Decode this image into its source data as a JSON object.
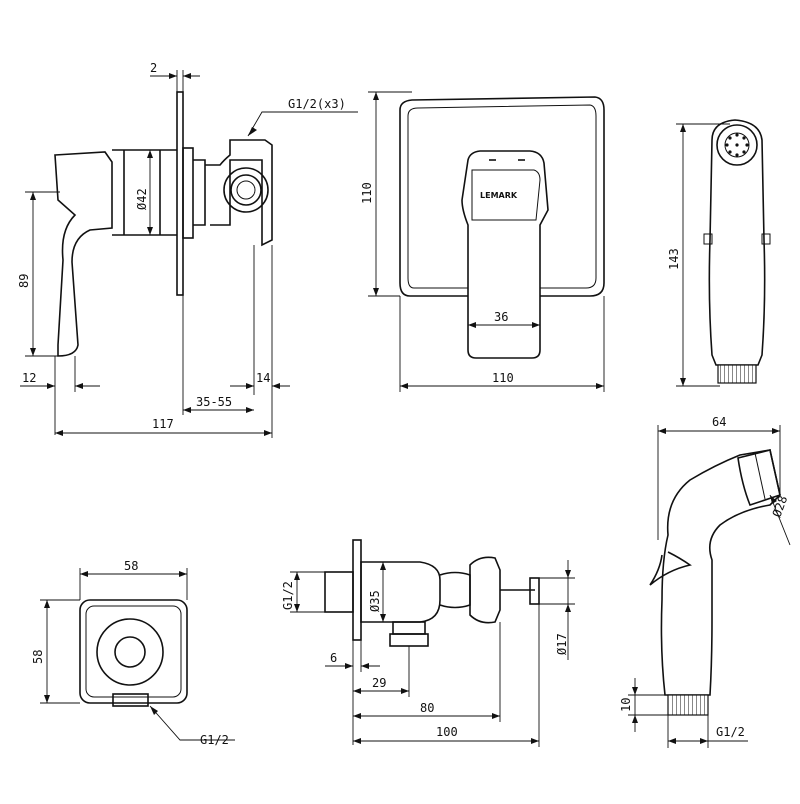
{
  "dimensions": {
    "side_thickness": "2",
    "side_thread": "G1/2(x3)",
    "side_diameter": "Ø42",
    "side_height": "89",
    "side_offset": "12",
    "side_wall_depth": "35-55",
    "side_back": "14",
    "side_total_length": "117",
    "front_height": "110",
    "front_width": "110",
    "front_handle_width": "36",
    "spray_length": "143",
    "holder_width": "58",
    "holder_height": "58",
    "holder_thread": "G1/2",
    "valve_thread": "G1/2",
    "valve_diameter": "Ø35",
    "valve_knob_diameter": "Ø17",
    "valve_offset": "6",
    "valve_spacing": "29",
    "valve_length_80": "80",
    "valve_length_100": "100",
    "head_width": "64",
    "head_diameter": "Ø28",
    "head_thread_length": "10",
    "head_thread": "G1/2"
  },
  "brand": {
    "logo_text": "LEMARK"
  }
}
